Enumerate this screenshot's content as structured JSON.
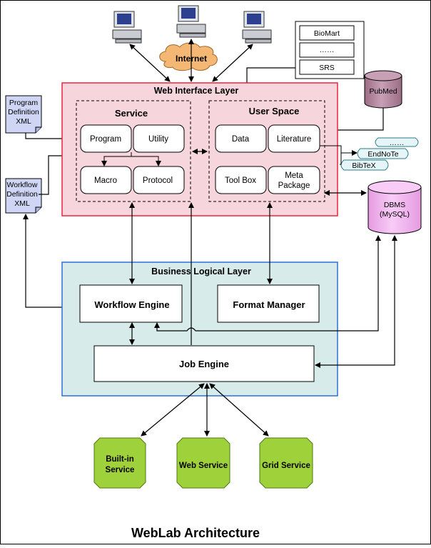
{
  "caption": "WebLab Architecture",
  "clients": {
    "internet_label": "Internet"
  },
  "databases": {
    "biomart": "BioMart",
    "ellipsis": "……",
    "srs": "SRS",
    "pubmed": "PubMed",
    "dbms_line1": "DBMS",
    "dbms_line2": "(MySQL)"
  },
  "documents": {
    "program_def": [
      "Program",
      "Definition",
      "XML"
    ],
    "workflow_def": [
      "Workflow",
      "Definition",
      "XML"
    ]
  },
  "web_layer": {
    "title": "Web Interface Layer",
    "service": {
      "title": "Service",
      "program": "Program",
      "utility": "Utility",
      "macro": "Macro",
      "protocol": "Protocol"
    },
    "user_space": {
      "title": "User Space",
      "data": "Data",
      "literature": "Literature",
      "toolbox": "Tool Box",
      "meta_line1": "Meta",
      "meta_line2": "Package"
    }
  },
  "references": {
    "ellipsis": "……",
    "endnote": "EndNoTe",
    "bibtex": "BibTeX"
  },
  "business_layer": {
    "title": "Business Logical Layer",
    "workflow_engine": "Workflow Engine",
    "format_manager": "Format Manager",
    "job_engine": "Job Engine"
  },
  "services": {
    "builtin_line1": "Built-in",
    "builtin_line2": "Service",
    "web": "Web Service",
    "grid": "Grid Service"
  },
  "colors": {
    "web_layer_fill": "#f7d5dc",
    "web_layer_border": "#e8273a",
    "business_fill": "#d6ebea",
    "business_border": "#2f6fd8",
    "dbms_fill": "#f3b6f0",
    "pubmed_fill": "#b4899f",
    "green_fill": "#9fd13a",
    "doc_fill": "#cfd6f5",
    "internet_fill": "#f4b874"
  }
}
